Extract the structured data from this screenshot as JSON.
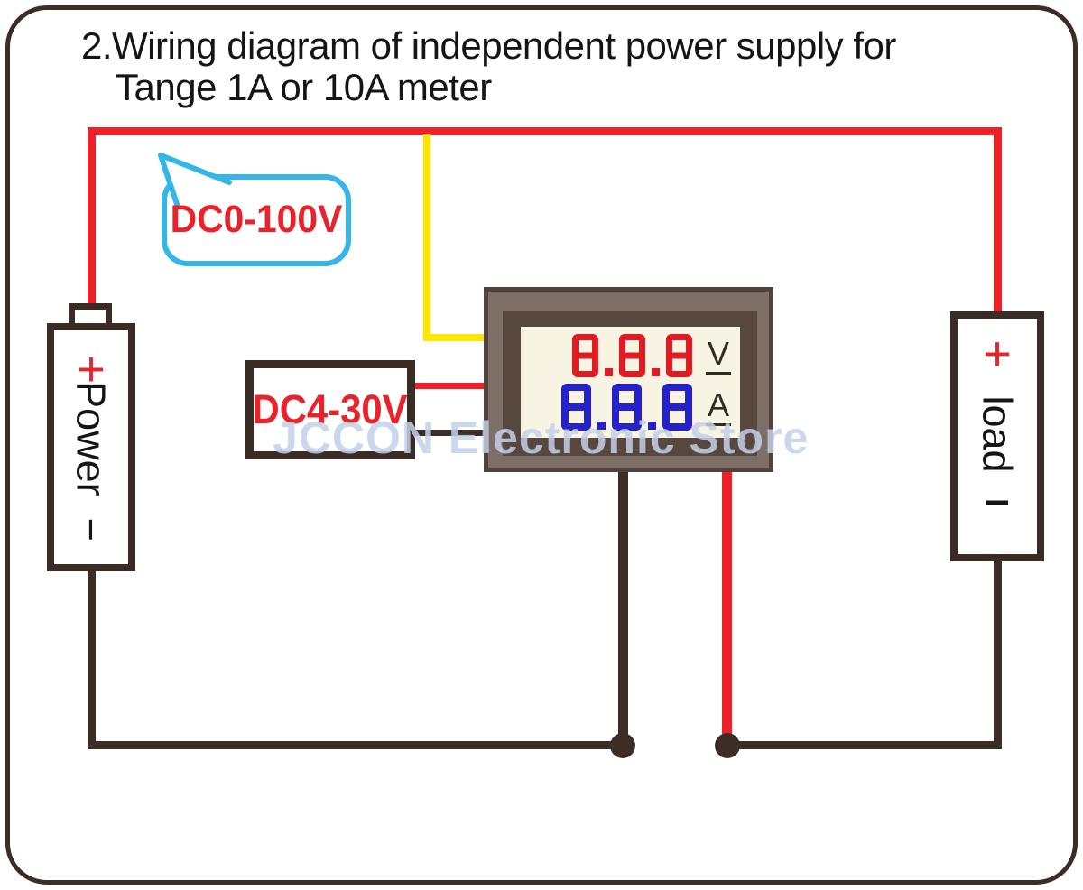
{
  "title": {
    "line1": "2.Wiring diagram of independent power supply for",
    "line2": "Tange 1A or 10A meter"
  },
  "callout": {
    "voltage_range": "DC0-100V"
  },
  "supply_box": {
    "label": "DC4-30V"
  },
  "power_source": {
    "plus": "+",
    "label": "Power",
    "minus": "−"
  },
  "load": {
    "plus": "+",
    "label": "load",
    "minus": "−"
  },
  "meter": {
    "volt_reading": "8.8.8",
    "volt_unit": "V",
    "amp_reading": "8.8.8",
    "amp_unit": "A"
  },
  "watermark": "JCCON Electronic Store",
  "colors": {
    "wire_red": "#ee2128",
    "wire_yellow": "#ffe600",
    "wire_dark": "#3c2d26",
    "bubble_blue": "#35b6e9",
    "label_red": "#e8232b",
    "digit_red": "#e01b24",
    "digit_blue": "#2522cc",
    "unit_dark": "#332a24",
    "meter_band": "#7d6f67",
    "meter_rim": "#51433b",
    "meter_bezel": "#57473e",
    "meter_display": "#f8f4e3",
    "watermark_blue": "#c3d1e8",
    "text_black": "#151515",
    "box_border": "#3a2c25"
  }
}
